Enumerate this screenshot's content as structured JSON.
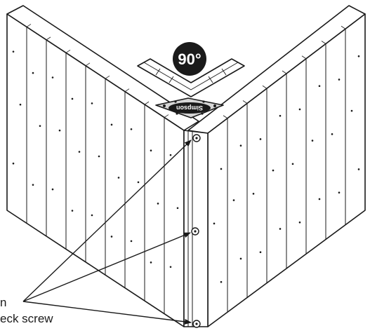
{
  "diagram": {
    "angle_badge_label": "90°",
    "bracket_brand_text": "Simpson",
    "callout": {
      "line1": "n",
      "line2": "eck screw"
    },
    "callout_target_count": 3,
    "colors": {
      "ink": "#1a1a1a",
      "panel_fill": "#ffffff",
      "bracket_fill": "#d6d6d6",
      "badge_fill": "#1a1a1a",
      "badge_text": "#ffffff"
    }
  }
}
